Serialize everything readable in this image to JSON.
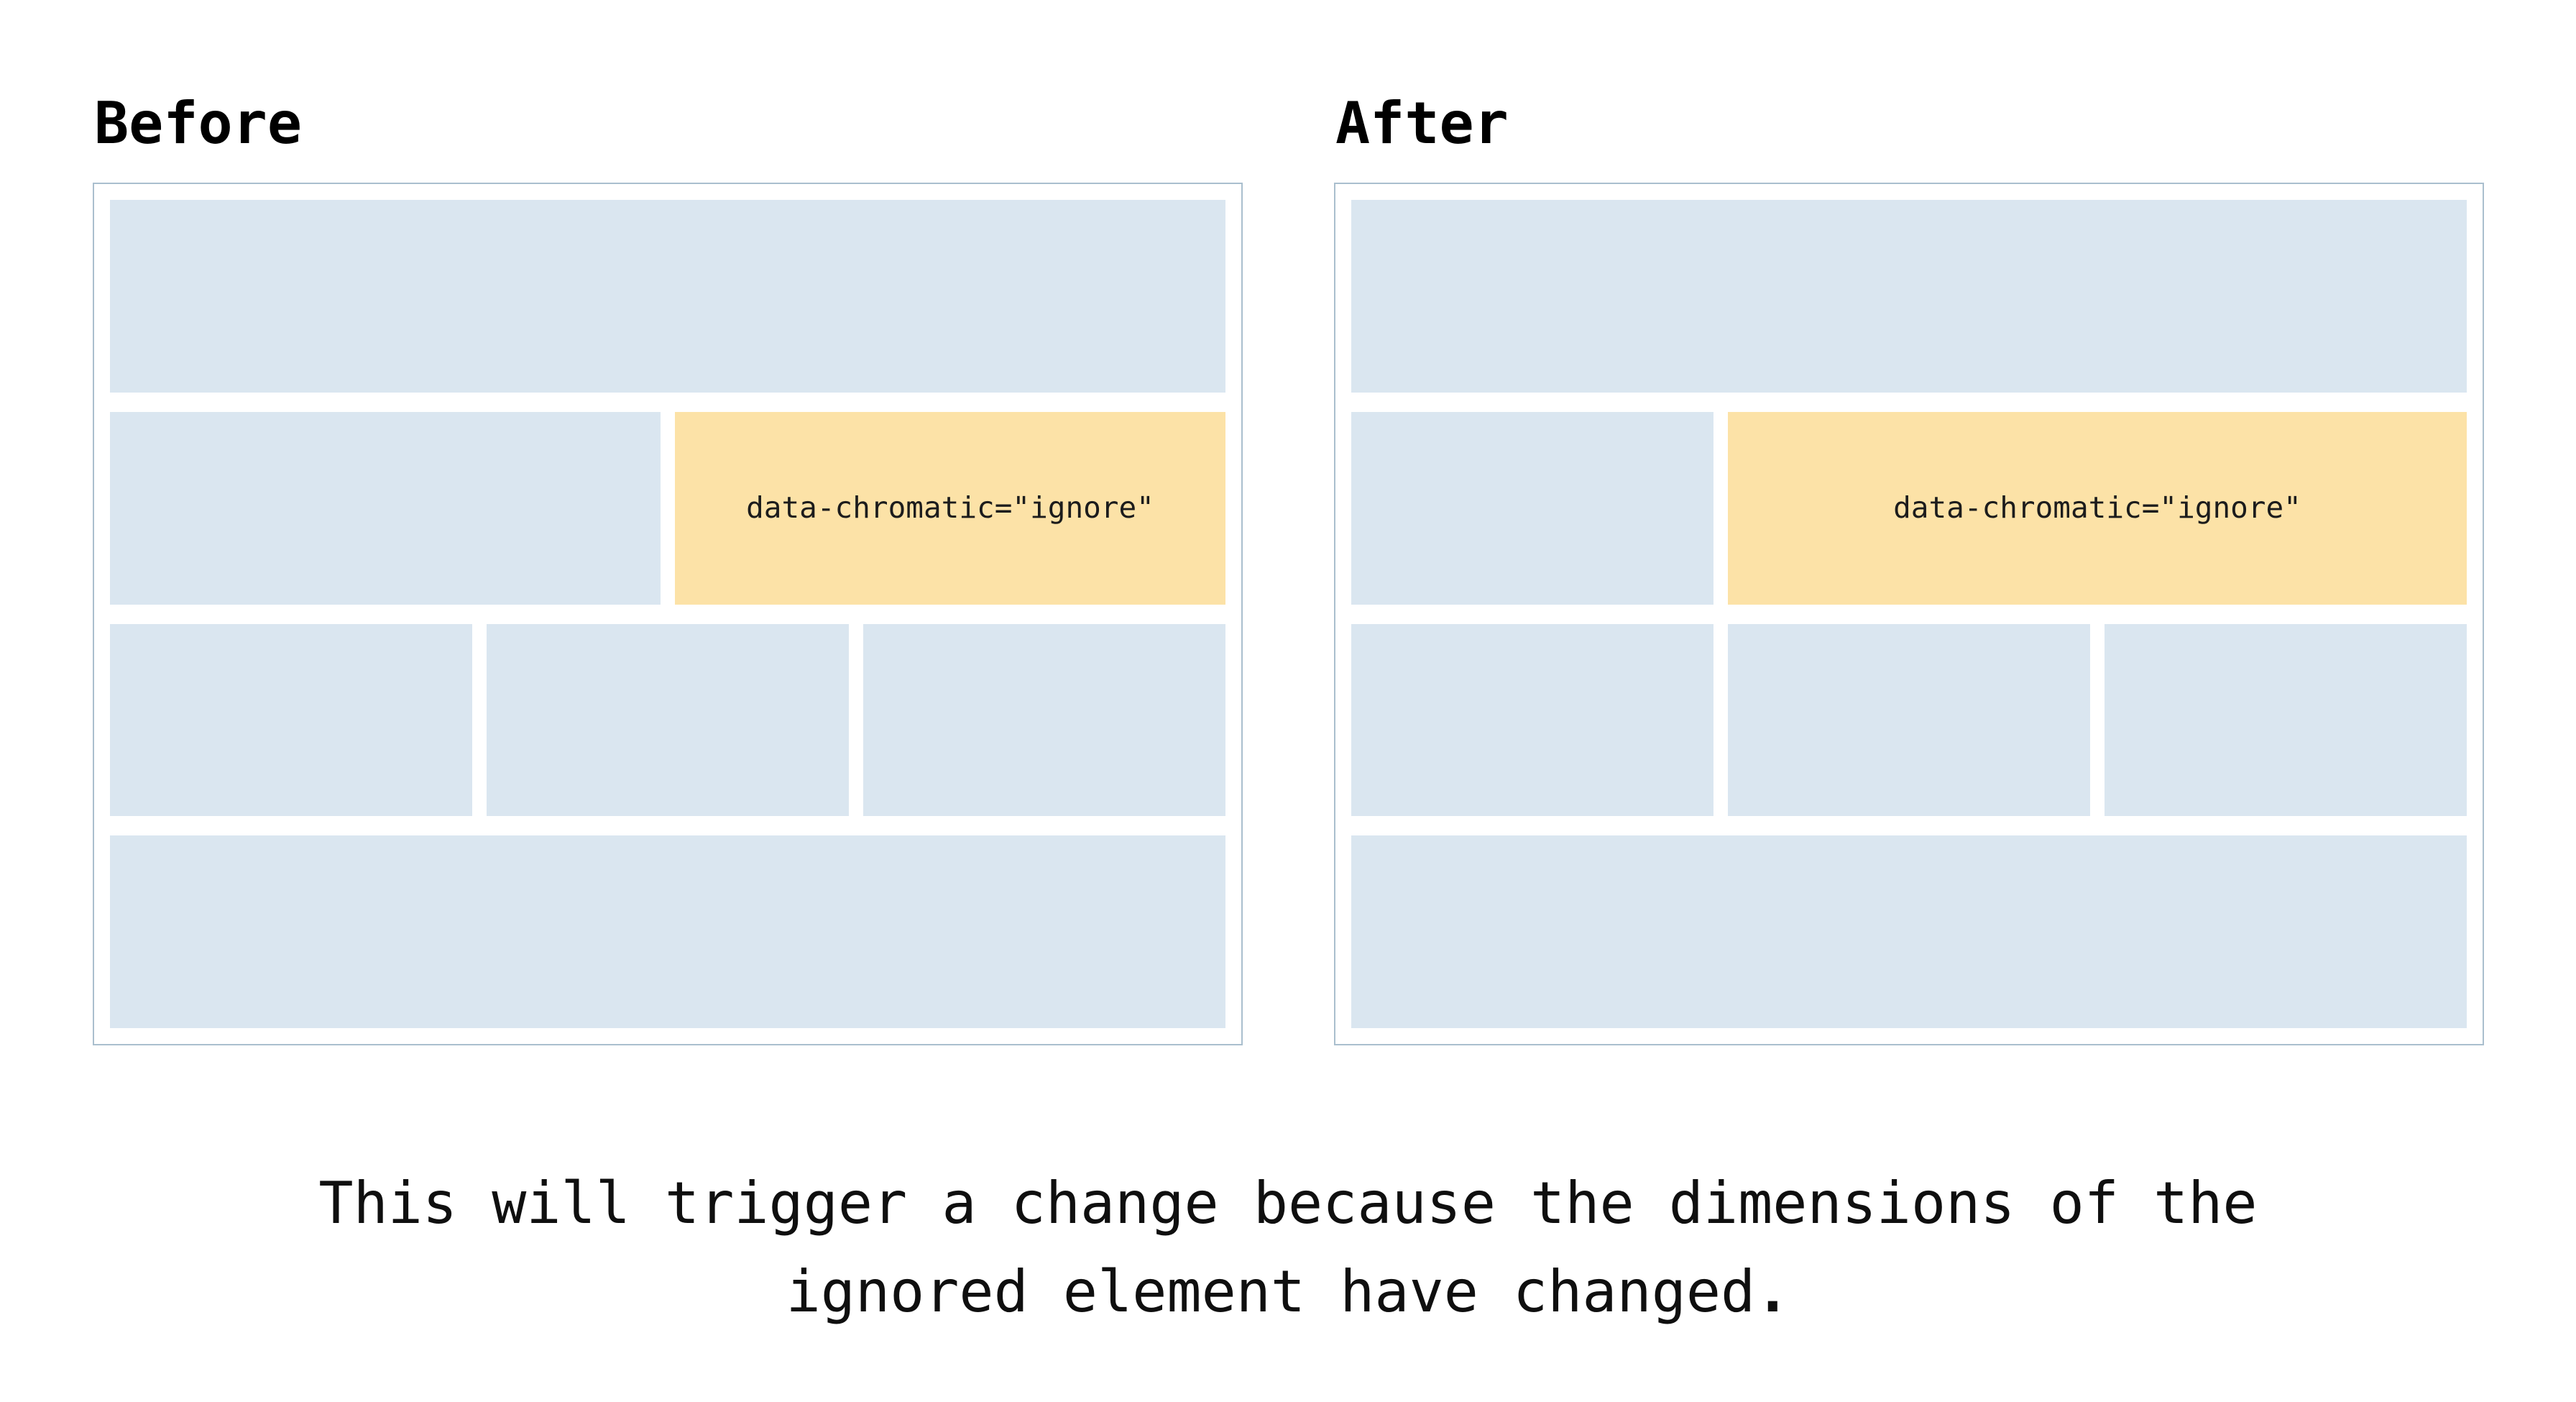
{
  "colors": {
    "block_blue": "#dae6f0",
    "ignore_orange": "#fce2a7",
    "panel_border": "#aabfce",
    "text": "#0f0f0f"
  },
  "panels": [
    {
      "id": "before",
      "title": "Before",
      "ignore_label": "data-chromatic=\"ignore\"",
      "row2_left_fraction": 0.5,
      "row2_ignored_fraction": 0.5
    },
    {
      "id": "after",
      "title": "After",
      "ignore_label": "data-chromatic=\"ignore\"",
      "row2_left_fraction": 0.333,
      "row2_ignored_fraction": 0.667
    }
  ],
  "caption": {
    "line1": "This will trigger a change because the dimensions of the",
    "line2": "ignored element have changed",
    "period": "."
  }
}
